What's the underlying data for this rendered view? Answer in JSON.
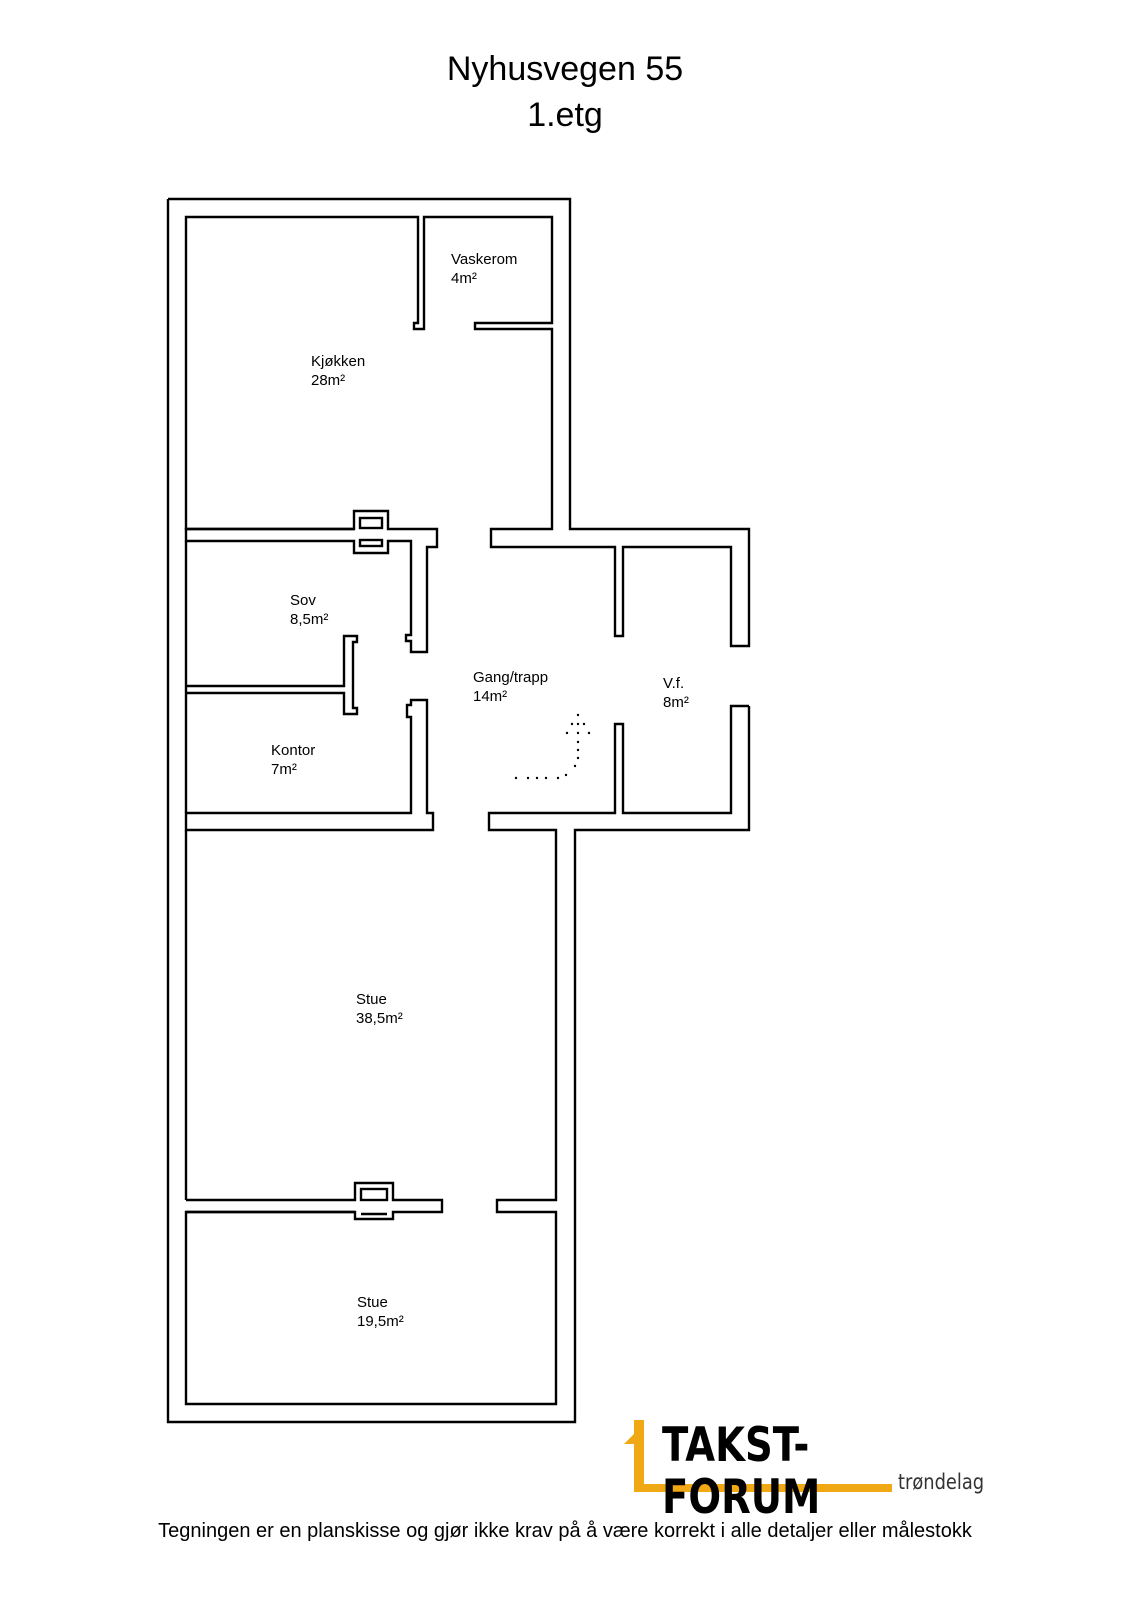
{
  "title": {
    "address": "Nyhusvegen 55",
    "floor": "1.etg"
  },
  "rooms": [
    {
      "name": "Vaskerom",
      "area": "4m²"
    },
    {
      "name": "Kjøkken",
      "area": "28m²"
    },
    {
      "name": "Sov",
      "area": "8,5m²"
    },
    {
      "name": "Kontor",
      "area": "7m²"
    },
    {
      "name": "Gang/trapp",
      "area": "14m²"
    },
    {
      "name": "V.f.",
      "area": "8m²"
    },
    {
      "name": "Stue",
      "area": "38,5m²"
    },
    {
      "name": "Stue",
      "area": "19,5m²"
    }
  ],
  "logo": {
    "name": "TAKST-FORUM",
    "region": "trøndelag",
    "accent_color": "#f0a814"
  },
  "footer": {
    "disclaimer": "Tegningen er en planskisse og gjør ikke krav på å være korrekt i alle detaljer eller målestokk"
  }
}
